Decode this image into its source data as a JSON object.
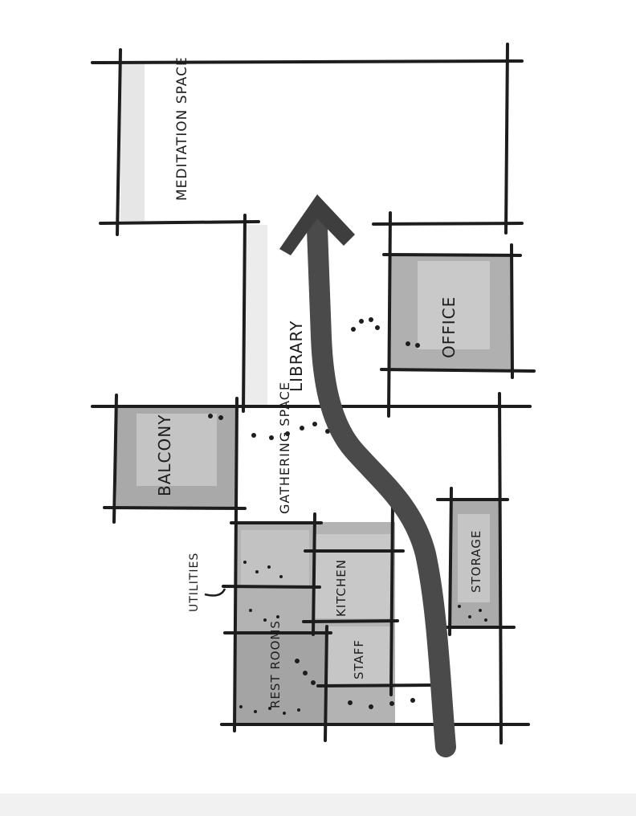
{
  "diagram": {
    "labels": {
      "meditation": "MEDITATION SPACE",
      "library": "LIBRARY",
      "office": "OFFICE",
      "balcony": "BALCONY",
      "gathering": "GATHERING SPACE",
      "utilities": "UTILITIES",
      "kitchen": "KITCHEN",
      "storage": "STORAGE",
      "staff": "STAFF",
      "restrooms": "REST ROOMS"
    },
    "colors": {
      "ink": "#1d1d1d",
      "marker_fill": "#a8a8a8",
      "marker_light": "#d9d9d9",
      "arrow": "#4a4a4a"
    }
  }
}
